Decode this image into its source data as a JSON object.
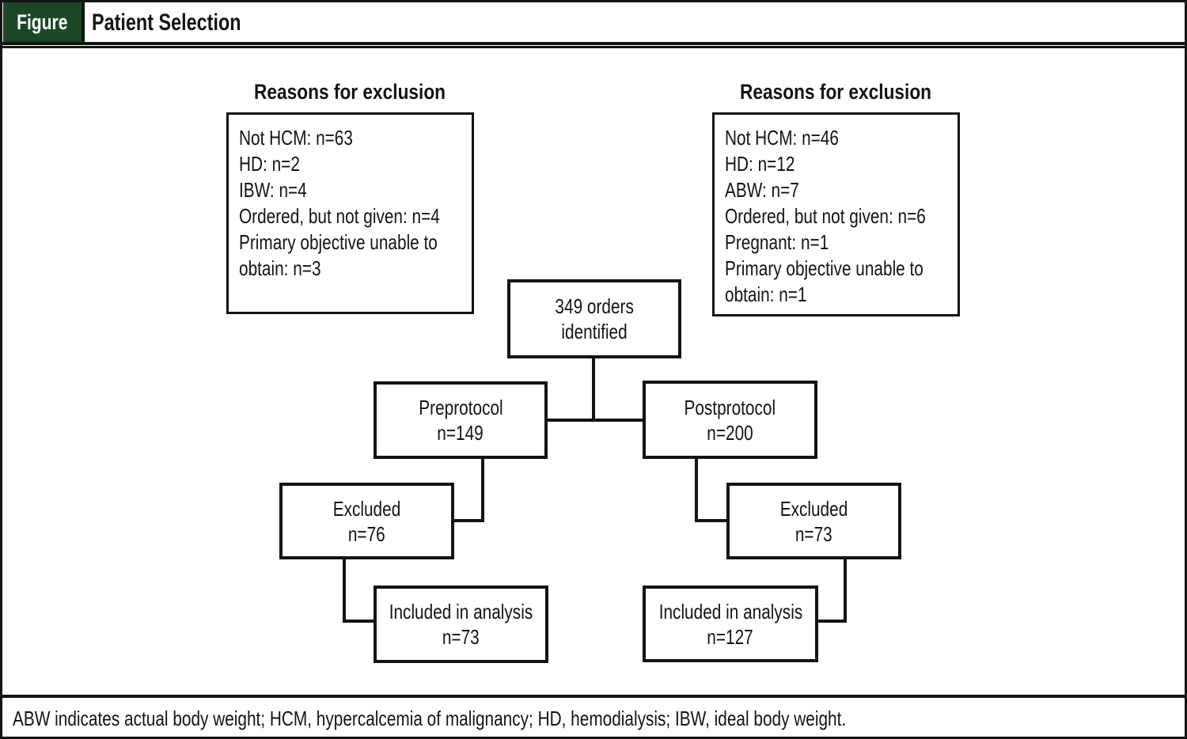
{
  "header": {
    "tag_label": "Figure",
    "title": "Patient Selection"
  },
  "exclusions_left": {
    "heading": "Reasons for exclusion",
    "items": [
      "Not HCM: n=63",
      "HD: n=2",
      "IBW: n=4",
      "Ordered, but not given: n=4",
      "Primary objective unable to obtain: n=3"
    ]
  },
  "exclusions_right": {
    "heading": "Reasons for exclusion",
    "items": [
      "Not HCM: n=46",
      "HD: n=12",
      "ABW: n=7",
      "Ordered, but not given: n=6",
      "Pregnant: n=1",
      "Primary objective unable to obtain: n=1"
    ]
  },
  "flowchart": {
    "orders": {
      "line1": "349 orders",
      "line2": "identified"
    },
    "preprotocol": {
      "line1": "Preprotocol",
      "line2": "n=149"
    },
    "postprotocol": {
      "line1": "Postprotocol",
      "line2": "n=200"
    },
    "excluded_pre": {
      "line1": "Excluded",
      "line2": "n=76"
    },
    "excluded_post": {
      "line1": "Excluded",
      "line2": "n=73"
    },
    "included_pre": {
      "line1": "Included in analysis",
      "line2": "n=73"
    },
    "included_post": {
      "line1": "Included in analysis",
      "line2": "n=127"
    }
  },
  "footnote": "ABW indicates actual body weight; HCM, hypercalcemia of malignancy; HD, hemodialysis; IBW, ideal body weight.",
  "colors": {
    "tag_green": "#1c4727",
    "ink": "#141414"
  }
}
